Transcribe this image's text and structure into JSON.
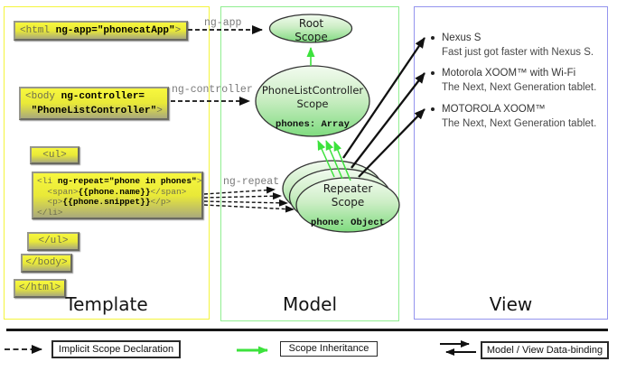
{
  "sections": {
    "template": "Template",
    "model": "Model",
    "view": "View"
  },
  "labels": {
    "ng_app": "ng-app",
    "ng_controller": "ng-controller",
    "ng_repeat": "ng-repeat"
  },
  "code": {
    "html_open": {
      "pre": "<html ",
      "bold": "ng-app=\"phonecatApp\"",
      "post": ">"
    },
    "body_open": {
      "l1_pre": "<body ",
      "l1_bold": "ng-controller=",
      "l2_pre": " ",
      "l2_bold": "\"PhoneListController\"",
      "l2_post": ">"
    },
    "ul_open": "<ul>",
    "li_repeat": {
      "l1_pre": "<li ",
      "l1_bold": "ng-repeat=\"phone in phones\"",
      "l1_post": ">",
      "l2_pre": "  <span>",
      "l2_bold": "{{phone.name}}",
      "l2_post": "</span>",
      "l3_pre": "  <p>",
      "l3_bold": "{{phone.snippet}}",
      "l3_post": "</p>",
      "l4": "</li>"
    },
    "ul_close": "</ul>",
    "body_close": "</body>",
    "html_close": "</html>"
  },
  "scopes": {
    "root": {
      "line1": "Root",
      "line2": "Scope"
    },
    "controller": {
      "line1": "PhoneListController",
      "line2": "Scope",
      "prop": "phones: Array"
    },
    "repeater": {
      "line1": "Repeater",
      "line2": "Scope",
      "prop": "phone: Object"
    }
  },
  "view_items": [
    {
      "title": "Nexus S",
      "desc": "Fast just got faster with Nexus S."
    },
    {
      "title": "Motorola XOOM™ with Wi-Fi",
      "desc": "The Next, Next Generation tablet."
    },
    {
      "title": "MOTOROLA XOOM™",
      "desc": "The Next, Next Generation tablet."
    }
  ],
  "legend": {
    "implicit": "Implicit Scope Declaration",
    "inheritance": "Scope Inheritance",
    "binding": "Model / View Data-binding"
  },
  "colors": {
    "template_border": "#f4f43c",
    "model_border": "#90ee90",
    "view_border": "#9494ee",
    "code_box_yellow": "#f7f73e",
    "scope_green": "#7fdb7f",
    "inheritance_green": "#3ce23c",
    "arrow_black": "#111111"
  }
}
